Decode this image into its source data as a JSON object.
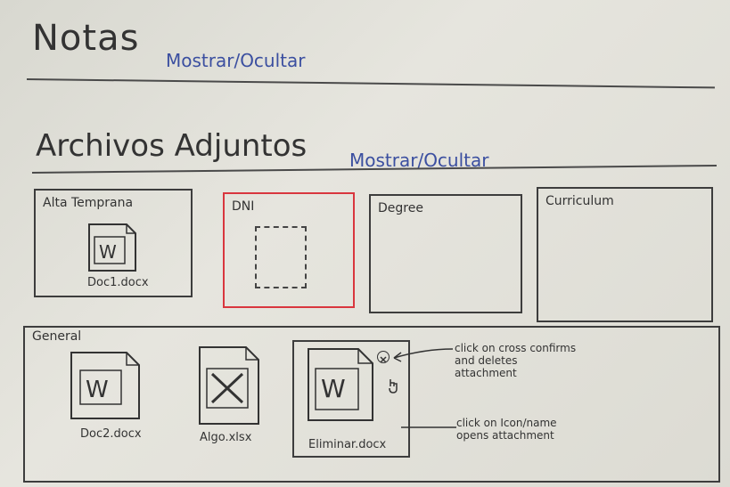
{
  "notes": {
    "title": "Notas",
    "toggle": "Mostrar/Ocultar"
  },
  "attachments": {
    "title": "Archivos Adjuntos",
    "toggle": "Mostrar/Ocultar"
  },
  "categories": [
    {
      "label": "Alta Temprana",
      "file": {
        "name": "Doc1.docx",
        "icon": "word-doc-icon"
      }
    },
    {
      "label": "DNI"
    },
    {
      "label": "Degree"
    },
    {
      "label": "Curriculum"
    }
  ],
  "general": {
    "label": "General",
    "files": [
      {
        "name": "Doc2.docx",
        "icon": "word-doc-icon"
      },
      {
        "name": "Algo.xlsx",
        "icon": "excel-sheet-icon"
      },
      {
        "name": "Eliminar.docx",
        "icon": "word-doc-icon"
      }
    ]
  },
  "annotations": {
    "delete": "click on cross confirms and deletes attachment",
    "open": "click on Icon/name opens attachment"
  },
  "colors": {
    "toggle": "#3b4fa0",
    "selected_border": "#d9363e",
    "ink": "#333333"
  }
}
